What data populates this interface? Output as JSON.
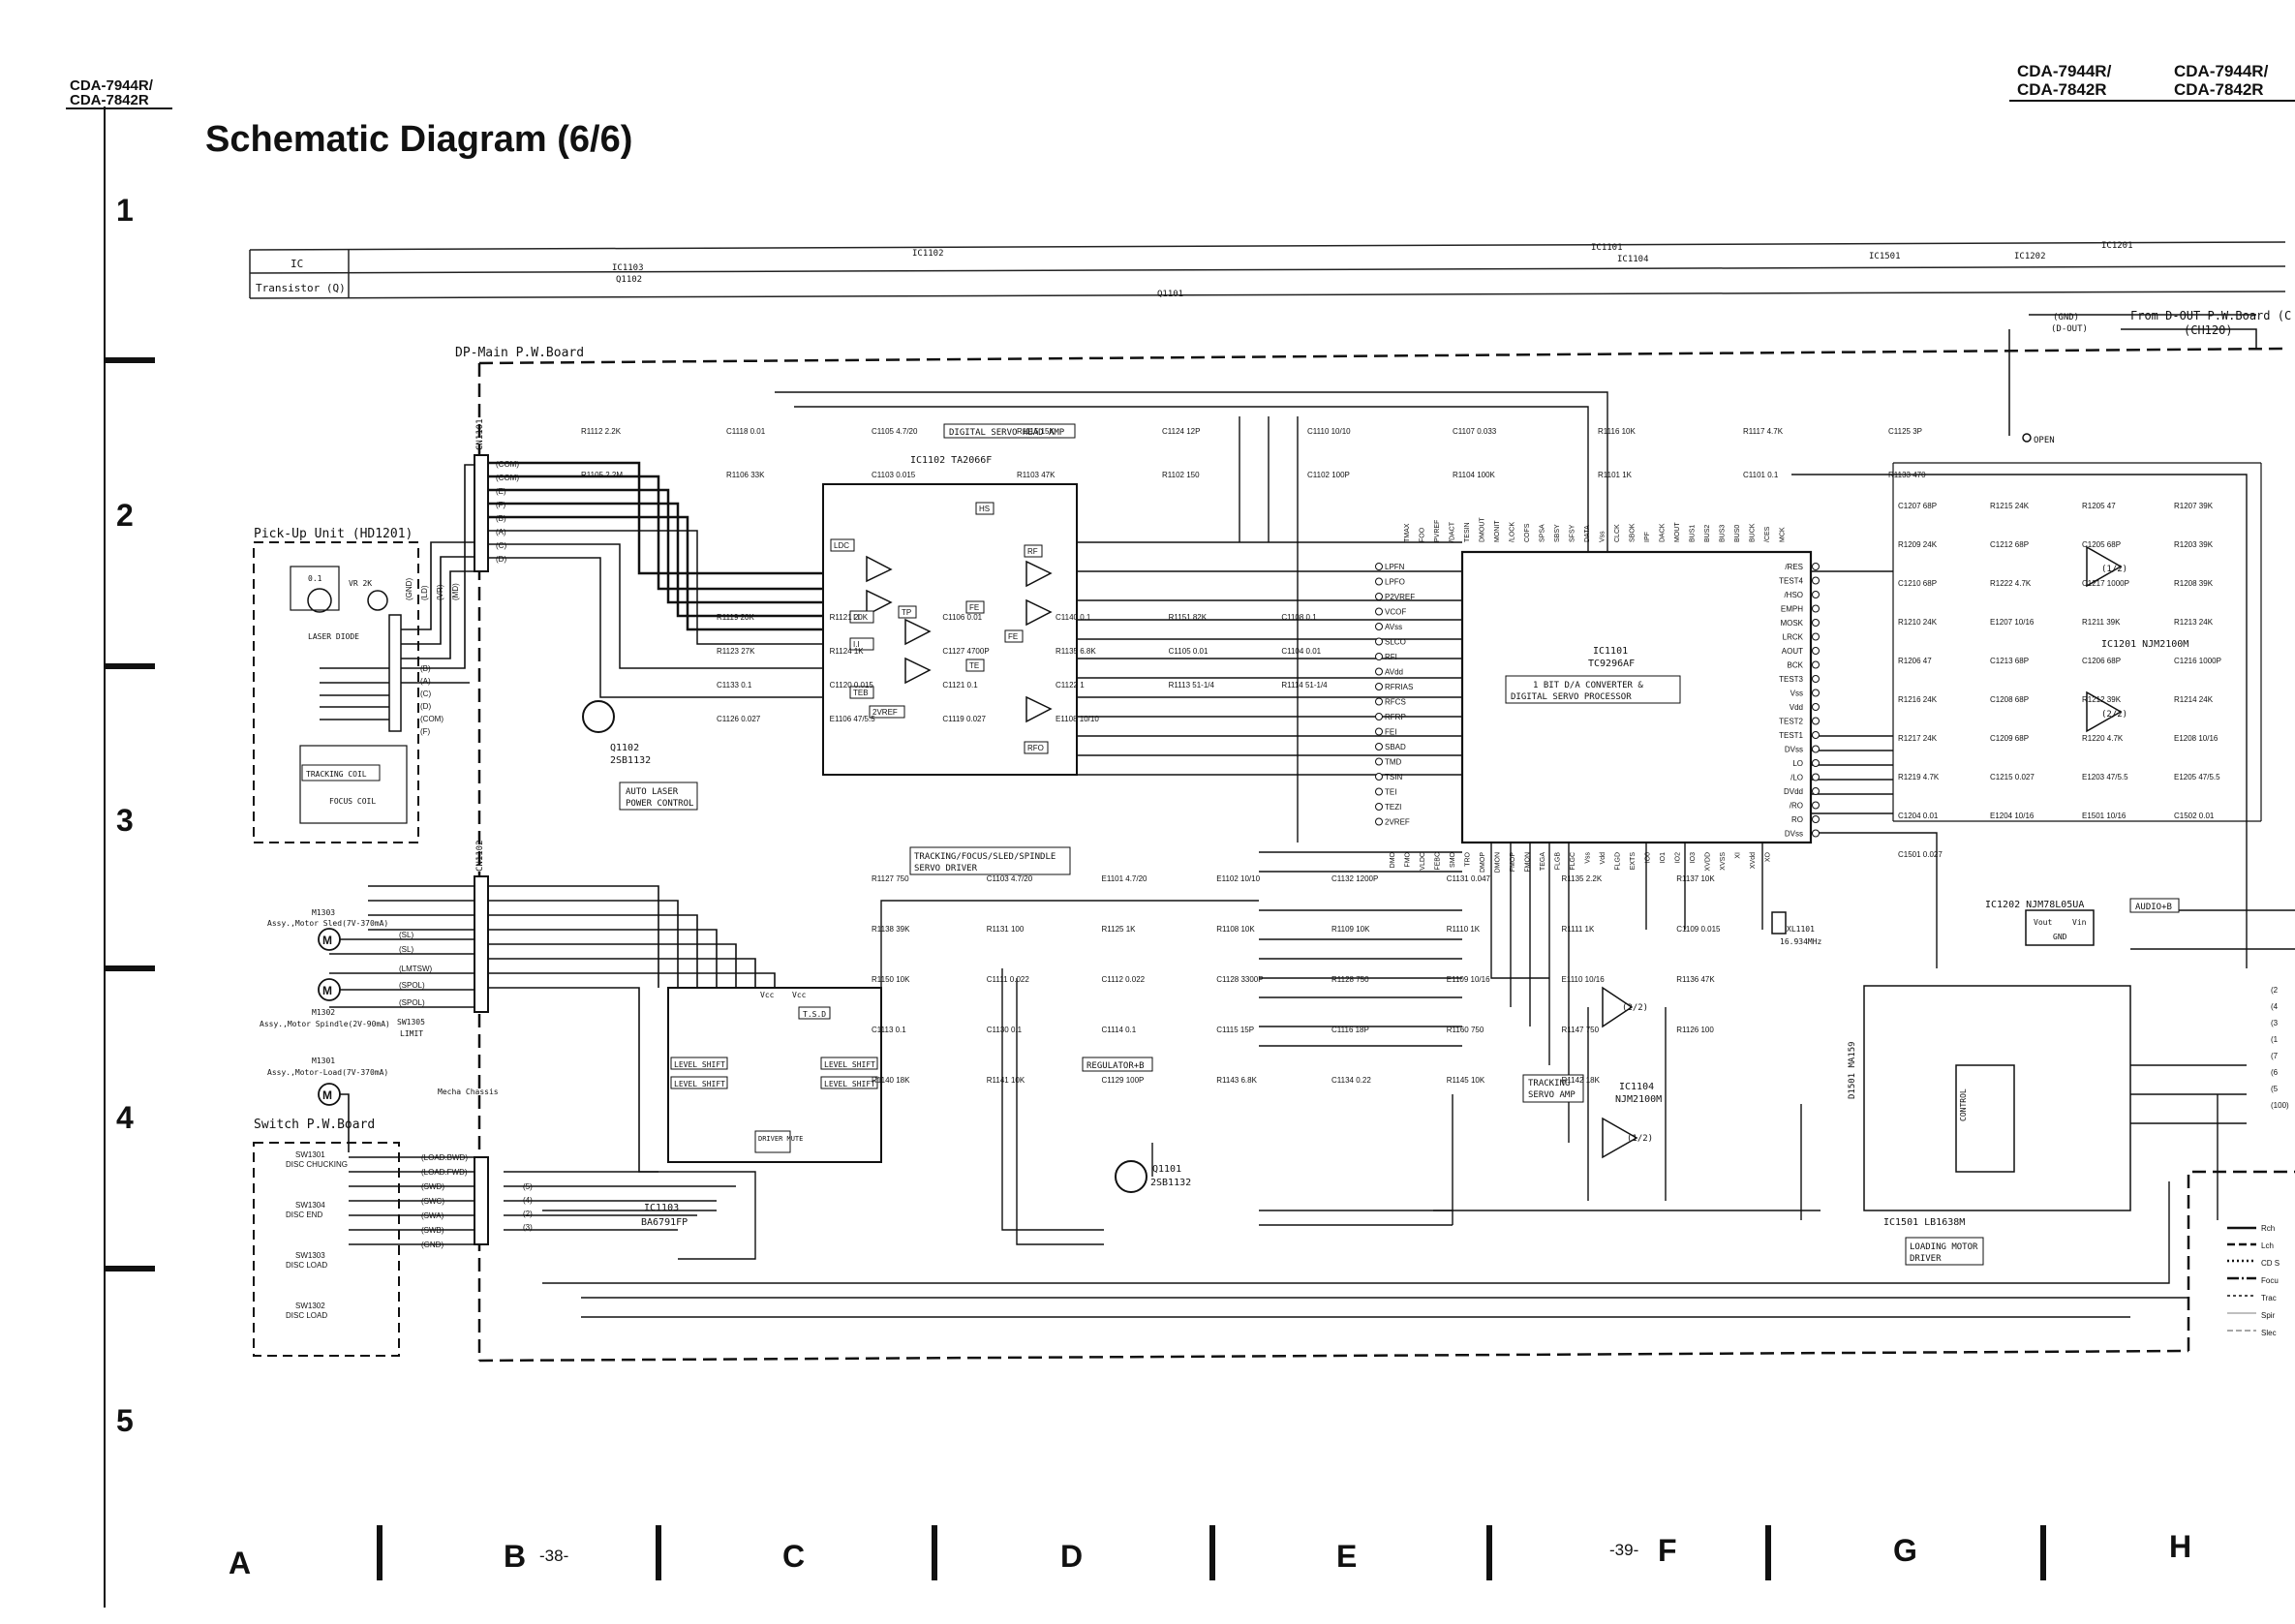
{
  "header": {
    "model_left_1": "CDA-7944R/",
    "model_left_2": "CDA-7842R",
    "model_right_1a": "CDA-7944R/",
    "model_right_1b": "CDA-7842R",
    "model_right_2a": "CDA-7944R/",
    "model_right_2b": "CDA-7842R",
    "title": "Schematic Diagram (6/6)"
  },
  "grid": {
    "rows": [
      "1",
      "2",
      "3",
      "4",
      "5"
    ],
    "columns": [
      "A",
      "B",
      "C",
      "D",
      "E",
      "F",
      "G",
      "H"
    ],
    "page_left": "-38-",
    "page_right": "-39-"
  },
  "parts_table": {
    "row_ic": "IC",
    "row_transistor": "Transistor (Q)",
    "ic_labels": [
      "IC1103",
      "IC1102",
      "IC1101",
      "IC1104",
      "IC1501",
      "IC1202",
      "IC1201"
    ],
    "tr_labels": [
      "Q1102",
      "Q1101"
    ]
  },
  "boards": {
    "dp_main": "DP-Main P.W.Board",
    "pickup": "Pick-Up Unit (HD1201)",
    "switch": "Switch P.W.Board",
    "from_dout": "From D-OUT P.W.Board (C",
    "from_dout_cn": "(CH120)",
    "gnd": "(GND)",
    "dout": "(D-OUT)",
    "open": "OPEN"
  },
  "connectors": {
    "cn1101": "CN1101",
    "cn1102": "CN1102",
    "cn1101_pins": [
      "(COM)",
      "(COM)",
      "(E)",
      "(F)",
      "(B)",
      "(A)",
      "(C)",
      "(D)"
    ],
    "pickup_pins": [
      "(GND)",
      "(LD)",
      "(VR)",
      "(MD)"
    ],
    "pickup_pins2": [
      "(B)",
      "(A)",
      "(C)",
      "(D)",
      "(COM)",
      "(F)"
    ],
    "motor_pins": [
      "(SL)",
      "(SL)",
      "(LMTSW)",
      "(SPOL)",
      "(SPOL)"
    ],
    "switch_pins": [
      "(LOAD.BWD)",
      "(LOAD.FWD)",
      "(SWD)",
      "(SWC)",
      "(SWA)",
      "(SWB)",
      "(GND)"
    ],
    "switch_nums": [
      "(5)",
      "(4)",
      "(2)",
      "(3)"
    ]
  },
  "pickup": {
    "vr": "VR 2K",
    "laser": "LASER DIODE",
    "tracking": "TRACKING COIL",
    "focus": "FOCUS COIL",
    "c": "0.1"
  },
  "motors": {
    "m1303": "M1303",
    "m1303_desc": "Assy.,Motor Sled(7V-370mA)",
    "m1302": "M1302",
    "m1302_desc": "Assy.,Motor Spindle(2V-90mA)",
    "m1301": "M1301",
    "m1301_desc": "Assy.,Motor-Load(7V-370mA)",
    "sw1305": "SW1305",
    "limit": "LIMIT",
    "mecha": "Mecha Chassis"
  },
  "switches": [
    {
      "ref": "SW1301",
      "desc": "DISC CHUCKING"
    },
    {
      "ref": "SW1304",
      "desc": "DISC END"
    },
    {
      "ref": "SW1303",
      "desc": "DISC LOAD"
    },
    {
      "ref": "SW1302",
      "desc": "DISC LOAD"
    }
  ],
  "ics": {
    "ic1102_ref": "IC1102 TA2066F",
    "ic1102_box": "DIGITAL SERVO HEAD AMP",
    "ic1101_ref": "IC1101",
    "ic1101_part": "TC9296AF",
    "ic1101_desc1": "1 BIT D/A CONVERTER &",
    "ic1101_desc2": "DIGITAL SERVO PROCESSOR",
    "ic1103_ref": "IC1103",
    "ic1103_part": "BA6791FP",
    "ic1103_box1": "TRACKING/FOCUS/SLED/SPINDLE",
    "ic1103_box2": "SERVO DRIVER",
    "ic1104_ref": "IC1104",
    "ic1104_part": "NJM2100M",
    "ic1104_box1": "TRACKING",
    "ic1104_box2": "SERVO AMP",
    "ic1104_unit": "(2/2)",
    "ic1104_unit2": "(1/2)",
    "ic1201_ref": "IC1201 NJM2100M",
    "ic1201_unit1": "(1/2)",
    "ic1201_unit2": "(2/2)",
    "ic1202_ref": "IC1202 NJM78L05UA",
    "ic1202_box": "AUDIO+B",
    "ic1501_ref": "IC1501 LB1638M",
    "ic1501_box1": "LOADING MOTOR",
    "ic1501_box2": "DRIVER",
    "control": "CONTROL",
    "q1102_ref": "Q1102",
    "q1102_part": "2SB1132",
    "q1102_box1": "AUTO LASER",
    "q1102_box2": "POWER CONTROL",
    "q1101_ref": "Q1101",
    "q1101_part": "2SB1132",
    "q1101_box": "REGULATOR+B",
    "d1501": "D1501 MA159",
    "xl1101": "XL1101",
    "xl1101_freq": "16.934MHz",
    "level_shift": "LEVEL SHIFT",
    "tsd": "T.S.D",
    "driver_mute": "DRIVER MUTE",
    "vcc": "Vcc",
    "ic1102_blocks": [
      "LDC",
      "I.I",
      "I.I",
      "TEB",
      "HS",
      "RF",
      "FE",
      "TE",
      "FE",
      "RFO",
      "TP",
      "2VREF"
    ]
  },
  "ic1101_left_pins": [
    "LPFN",
    "LPFO",
    "P2VREF",
    "VCOF",
    "AVss",
    "SLCO",
    "RFI",
    "AVdd",
    "RFRIAS",
    "RFCS",
    "RFRP",
    "FEI",
    "SBAD",
    "TMD",
    "TSIN",
    "TEI",
    "TEZI",
    "2VREF"
  ],
  "ic1101_right_pins": [
    "/RES",
    "TEST4",
    "/HSO",
    "EMPH",
    "MOSK",
    "LRCK",
    "AOUT",
    "BCK",
    "TEST3",
    "Vss",
    "Vdd",
    "TEST2",
    "TEST1",
    "DVss",
    "LO",
    "/LO",
    "DVdd",
    "/RO",
    "RO",
    "DVss"
  ],
  "ic1101_top_pins": [
    "TMAX",
    "FOO",
    "PVREF",
    "/DACT",
    "TESIN",
    "DMOUT",
    "MONIT",
    "/LOCK",
    "COFS",
    "SPSA",
    "SBSY",
    "SFSY",
    "DATA",
    "Vss",
    "CLCK",
    "SBOK",
    "IPF",
    "DACK",
    "MOUT",
    "BUS1",
    "BUS2",
    "BUS3",
    "BUS0",
    "BUCK",
    "/CES",
    "MCK"
  ],
  "ic1101_bottom_pins": [
    "DMO",
    "FMO",
    "VLDC",
    "FEBC",
    "SMO",
    "TRO",
    "DMOP",
    "DMON",
    "FMOP",
    "FMON",
    "TEGA",
    "FLGB",
    "FLGC",
    "Vss",
    "Vdd",
    "FLGD",
    "EXTS",
    "IO0",
    "IO1",
    "IO2",
    "IO3",
    "XVDD",
    "XVSS",
    "XI",
    "XVdd",
    "XO"
  ],
  "components_top": [
    "R1112 2.2K",
    "C1118 0.01",
    "C1105 4.7/20",
    "R1115 15K",
    "C1124 12P",
    "C1110 10/10",
    "C1107 0.033",
    "R1116 10K",
    "R1117 4.7K",
    "C1125 3P",
    "R1105 2.2M",
    "R1106 33K",
    "C1103 0.015",
    "R1103 47K",
    "R1102 150",
    "C1102 100P",
    "R1104 100K",
    "R1101 1K",
    "C1101 0.1",
    "R1133 470"
  ],
  "components_mid": [
    "R1119 20K",
    "R1121 20K",
    "C1106 0.01",
    "C1140 0.1",
    "R1151 82K",
    "C1108 0.1",
    "R1123 27K",
    "R1124 1K",
    "C1127 4700P",
    "R1135 6.8K",
    "C1105 0.01",
    "C1104 0.01",
    "C1133 0.1",
    "C1120 0.015",
    "C1121 0.1",
    "C1122 1",
    "R1113 51-1/4",
    "R1114 51-1/4",
    "C1126 0.027",
    "E1106 47/5.5",
    "C1119 0.027",
    "E1108 10/10"
  ],
  "components_low": [
    "R1127 750",
    "C1103 4.7/20",
    "E1101 4.7/20",
    "E1102 10/10",
    "C1132 1200P",
    "C1131 0.047",
    "R1135 2.2K",
    "R1137 10K",
    "R1138 39K",
    "R1131 100",
    "R1125 1K",
    "R1108 10K",
    "R1109 10K",
    "R1110 1K",
    "R1111 1K",
    "C1109 0.015",
    "R1150 10K",
    "C1111 0.022",
    "C1112 0.022",
    "C1128 3300P",
    "R1128 750",
    "E1109 10/16",
    "E1110 10/16",
    "R1136 47K",
    "C1113 0.1",
    "C1130 0.1",
    "C1114 0.1",
    "C1115 15P",
    "C1116 18P",
    "R1160 750",
    "R1147 750",
    "R1126 100",
    "R1140 18K",
    "R1141 10K",
    "C1129 100P",
    "R1143 6.8K",
    "C1134 0.22",
    "R1145 10K",
    "R1142 18K"
  ],
  "components_right": [
    "C1207 68P",
    "R1215 24K",
    "R1205 47",
    "R1207 39K",
    "R1209 24K",
    "C1212 68P",
    "C1205 68P",
    "R1203 39K",
    "C1210 68P",
    "R1222 4.7K",
    "C1217 1000P",
    "R1208 39K",
    "R1210 24K",
    "E1207 10/16",
    "R1211 39K",
    "R1213 24K",
    "R1206 47",
    "C1213 68P",
    "C1206 68P",
    "C1216 1000P",
    "R1216 24K",
    "C1208 68P",
    "R1212 39K",
    "R1214 24K",
    "R1217 24K",
    "C1209 68P",
    "R1220 4.7K",
    "E1208 10/16",
    "R1219 4.7K",
    "C1215 0.027",
    "E1203 47/5.5",
    "E1205 47/5.5",
    "C1204 0.01",
    "E1204 10/16",
    "E1501 10/16",
    "C1502 0.01",
    "C1501 0.027"
  ],
  "regulator_pins": [
    "Vout",
    "Vin",
    "GND"
  ],
  "legend": [
    "Rch",
    "Lch",
    "CD S",
    "Focu",
    "Trac",
    "Spir",
    "Slec"
  ],
  "right_nums": [
    "(2",
    "(4",
    "(3",
    "(1",
    "(7",
    "(6",
    "(5",
    "(100)"
  ]
}
